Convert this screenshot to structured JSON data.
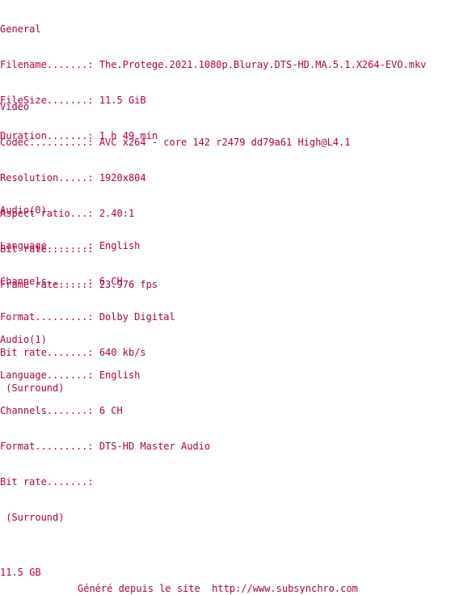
{
  "general": {
    "header": "General",
    "filename": "Filename.......: The.Protege.2021.1080p.Bluray.DTS-HD.MA.5.1.X264-EVO.mkv",
    "filesize": "FileSize.......: 11.5 GiB",
    "duration": "Duration.......: 1 h 49 min"
  },
  "video": {
    "header": "Video",
    "codec": "Codec..........: AVC x264 - core 142 r2479 dd79a61 High@L4.1",
    "resolution": "Resolution.....: 1920x804",
    "aspect_ratio": "Aspect ratio...: 2.40:1",
    "bit_rate": "Bit rate.......:",
    "frame_rate": "Frame rate.....: 23.976 fps"
  },
  "audio0": {
    "header": "Audio(0)",
    "language": "Language.......: English",
    "channels": "Channels.......: 6 CH",
    "format": "Format.........: Dolby Digital",
    "bit_rate": "Bit rate.......: 640 kb/s",
    "note": " (Surround)"
  },
  "audio1": {
    "header": "Audio(1)",
    "language": "Language.......: English",
    "channels": "Channels.......: 6 CH",
    "format": "Format.........: DTS-HD Master Audio",
    "bit_rate": "Bit rate.......:",
    "note": " (Surround)"
  },
  "size_summary": "11.5 GB",
  "footer": "Généré depuis le site  http://www.subsynchro.com",
  "colors": {
    "text": "#b00040",
    "background": "#ffffff"
  }
}
